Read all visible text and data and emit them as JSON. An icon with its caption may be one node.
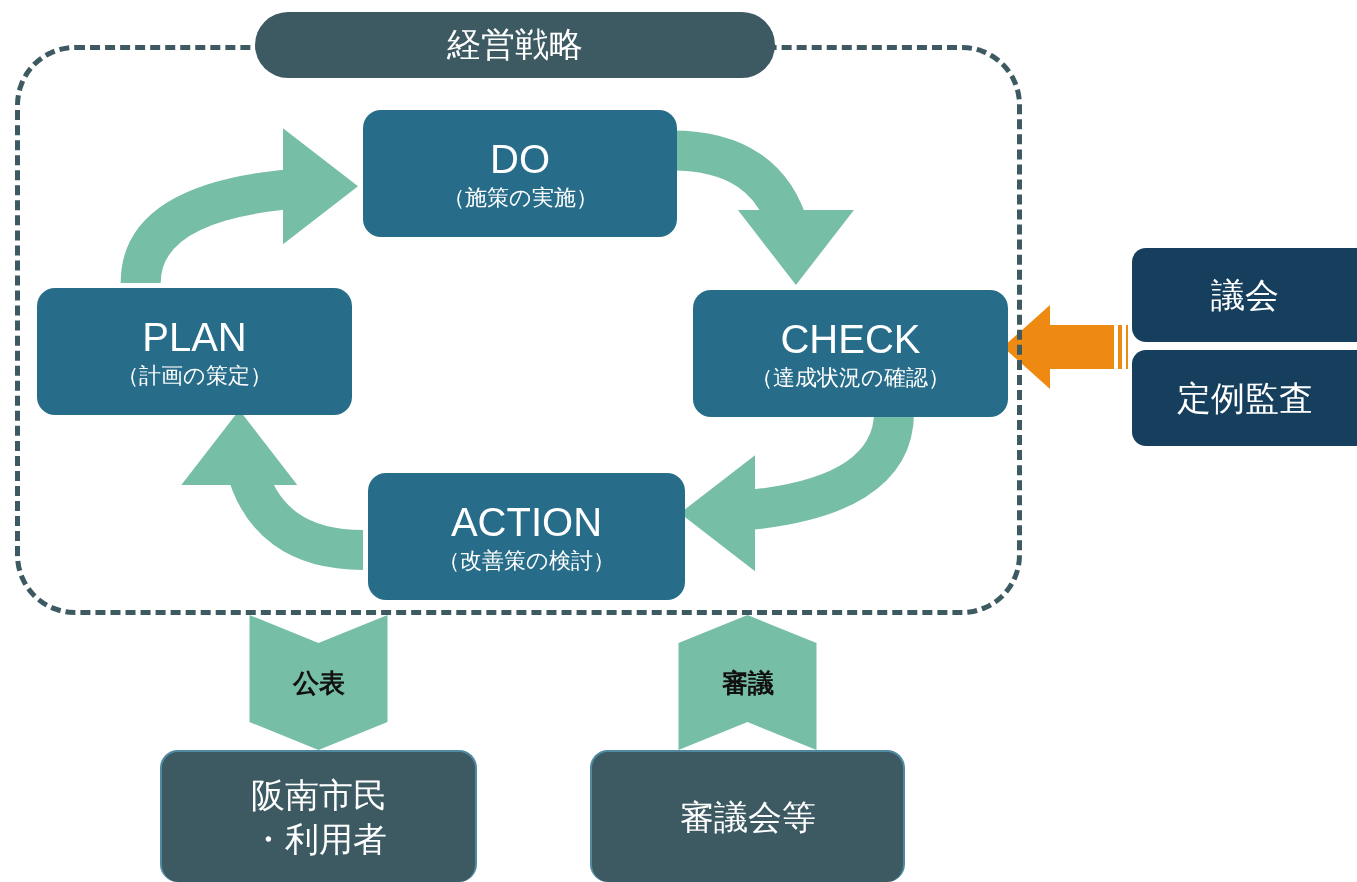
{
  "diagram": {
    "nodes": [
      {
        "text": [
          "経営戦略"
        ]
      },
      {
        "text": [
          "DO",
          "（施策の実施）"
        ],
        "in": 0
      },
      {
        "text": [
          "PLAN",
          "（計画の策定）"
        ],
        "in": 0
      },
      {
        "text": [
          "CHECK",
          "（達成状況の確認）"
        ],
        "in": 0
      },
      {
        "text": [
          "ACTION",
          "（改善策の検討）"
        ],
        "in": 0
      },
      {
        "text": [
          "議会"
        ]
      },
      {
        "text": [
          "定例監査"
        ]
      },
      {
        "text": [
          "阪南市民・利用者"
        ]
      },
      {
        "text": [
          "審議会等"
        ]
      }
    ],
    "edges": [
      {
        "from": 2,
        "to": 1,
        "arrow": "to"
      },
      {
        "from": 1,
        "to": 3,
        "arrow": "to"
      },
      {
        "from": 3,
        "to": 4,
        "arrow": "to"
      },
      {
        "from": 4,
        "to": 2,
        "arrow": "to"
      },
      {
        "from": 5,
        "to": 3,
        "arrow": "to",
        "color": "#ee8a12"
      },
      {
        "from": 6,
        "to": 3,
        "arrow": "to",
        "color": "#ee8a12"
      },
      {
        "from": 0,
        "to": 7,
        "arrow": "to",
        "label": "公表"
      },
      {
        "from": 8,
        "to": 0,
        "arrow": "to",
        "label": "審議"
      }
    ]
  }
}
